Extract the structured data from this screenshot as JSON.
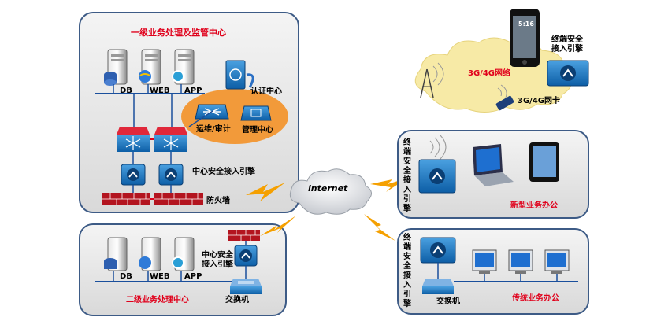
{
  "top_center": {
    "title": "一级业务处理及监管中心",
    "server_db": "DB",
    "server_web": "WEB",
    "server_app": "APP",
    "auth_center": "认证中心",
    "ops_audit": "运维/审计",
    "mgmt_center": "管理中心",
    "engine_label": "中心安全接入引擎",
    "firewall_label": "防火墙"
  },
  "internet": {
    "label": "internet"
  },
  "bottom_center": {
    "title": "二级业务处理中心",
    "server_db": "DB",
    "server_web": "WEB",
    "server_app": "APP",
    "engine_label": "中心安全\n接入引擎",
    "switch_label": "交换机"
  },
  "mobile": {
    "network": "3G/4G网络",
    "engine_label": "终端安全\n接入引擎",
    "card": "3G/4G网卡",
    "phone_time": "5:16"
  },
  "new_office": {
    "vertical": "终端安全接入引擎",
    "title": "新型业务办公"
  },
  "traditional_office": {
    "vertical": "终端安全接入引擎",
    "switch_label": "交换机",
    "title": "传统业务办公"
  },
  "colors": {
    "panel_border": "#3d5b86",
    "title_red": "#e0001b",
    "lightning": "#f5a000",
    "oval": "#f29a3a",
    "cloud_yellow": "#f7eaa6"
  }
}
